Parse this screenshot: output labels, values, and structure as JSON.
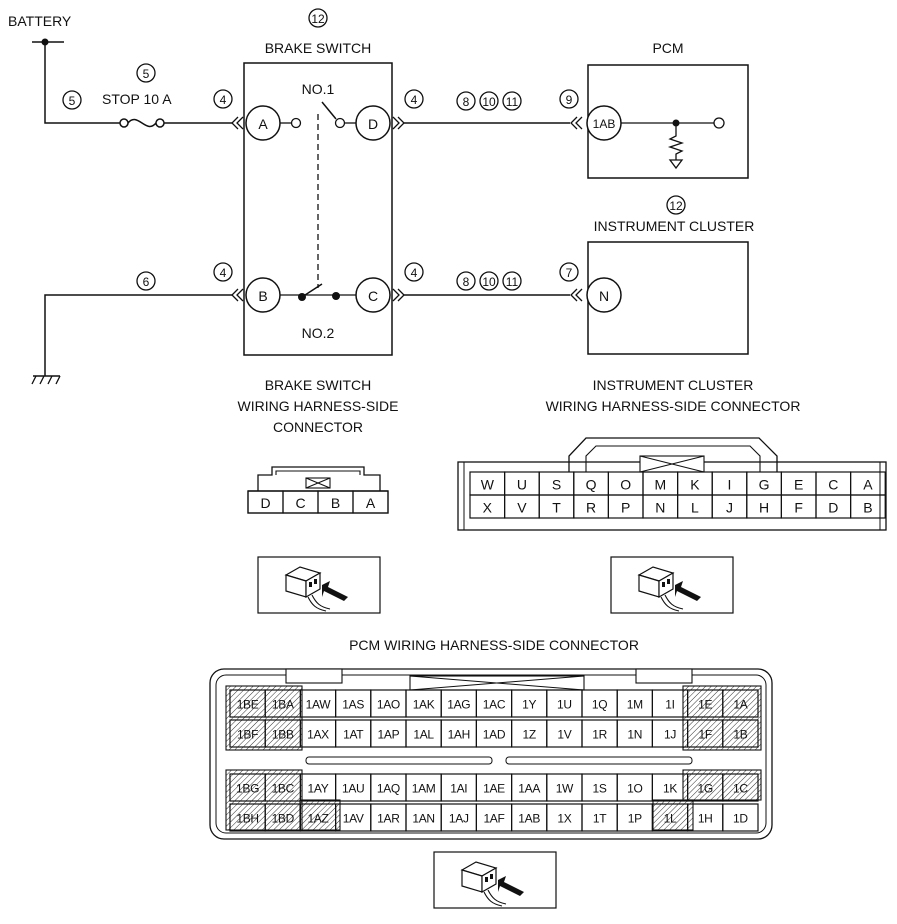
{
  "labels": {
    "battery": "BATTERY",
    "brake_switch": "BRAKE SWITCH",
    "pcm": "PCM",
    "instrument_cluster": "INSTRUMENT CLUSTER",
    "stop_fuse": "STOP 10 A",
    "no1": "NO.1",
    "no2": "NO.2"
  },
  "refs": {
    "brake_switch": "12",
    "instrument_cluster": "12",
    "fuse": "5",
    "battery_wire": "5",
    "ground_wire": "6",
    "bs_a": "4",
    "bs_b": "4",
    "bs_c": "4",
    "bs_d": "4",
    "pcm_1ab": "9",
    "ic_n": "7",
    "upper_wire": [
      "8",
      "10",
      "11"
    ],
    "lower_wire": [
      "8",
      "10",
      "11"
    ]
  },
  "pins": {
    "a": "A",
    "b": "B",
    "c": "C",
    "d": "D",
    "pcm": "1AB",
    "ic": "N"
  },
  "captions": {
    "brake_connector": [
      "BRAKE SWITCH",
      "WIRING HARNESS-SIDE",
      "CONNECTOR"
    ],
    "ic_connector": [
      "INSTRUMENT CLUSTER",
      "WIRING HARNESS-SIDE CONNECTOR"
    ],
    "pcm_connector": "PCM WIRING HARNESS-SIDE CONNECTOR"
  },
  "brake_connector_pins": [
    "D",
    "C",
    "B",
    "A"
  ],
  "ic_connector_rows": [
    [
      "W",
      "U",
      "S",
      "Q",
      "O",
      "M",
      "K",
      "I",
      "G",
      "E",
      "C",
      "A"
    ],
    [
      "X",
      "V",
      "T",
      "R",
      "P",
      "N",
      "L",
      "J",
      "H",
      "F",
      "D",
      "B"
    ]
  ],
  "pcm_connector_rows": [
    [
      "1BE",
      "1BA",
      "1AW",
      "1AS",
      "1AO",
      "1AK",
      "1AG",
      "1AC",
      "1Y",
      "1U",
      "1Q",
      "1M",
      "1I",
      "1E",
      "1A"
    ],
    [
      "1BF",
      "1BB",
      "1AX",
      "1AT",
      "1AP",
      "1AL",
      "1AH",
      "1AD",
      "1Z",
      "1V",
      "1R",
      "1N",
      "1J",
      "1F",
      "1B"
    ],
    [
      "1BG",
      "1BC",
      "1AY",
      "1AU",
      "1AQ",
      "1AM",
      "1AI",
      "1AE",
      "1AA",
      "1W",
      "1S",
      "1O",
      "1K",
      "1G",
      "1C"
    ],
    [
      "1BH",
      "1BD",
      "1AZ",
      "1AV",
      "1AR",
      "1AN",
      "1AJ",
      "1AF",
      "1AB",
      "1X",
      "1T",
      "1P",
      "1L",
      "1H",
      "1D"
    ]
  ]
}
